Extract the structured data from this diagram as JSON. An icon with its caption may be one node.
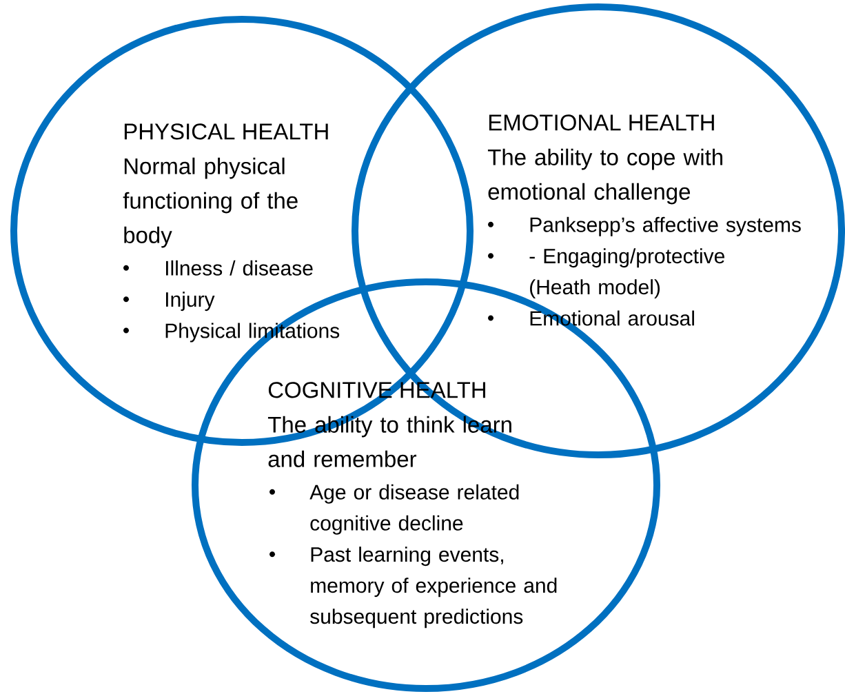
{
  "diagram": {
    "nodes": [
      {
        "text": [
          "PHYSICAL HEALTH",
          "Normal physical functioning of the body",
          "Illness / disease",
          "Injury",
          "Physical limitations"
        ]
      },
      {
        "text": [
          "EMOTIONAL HEALTH",
          "The ability to cope with emotional challenge",
          "Panksepp’s affective systems",
          "- Engaging/protective (Heath model)",
          "Emotional arousal"
        ]
      },
      {
        "text": [
          "COGNITIVE HEALTH",
          "The ability to think learn and remember",
          "Age or disease related cognitive decline",
          "Past learning events, memory of experience and subsequent predictions"
        ]
      }
    ]
  }
}
